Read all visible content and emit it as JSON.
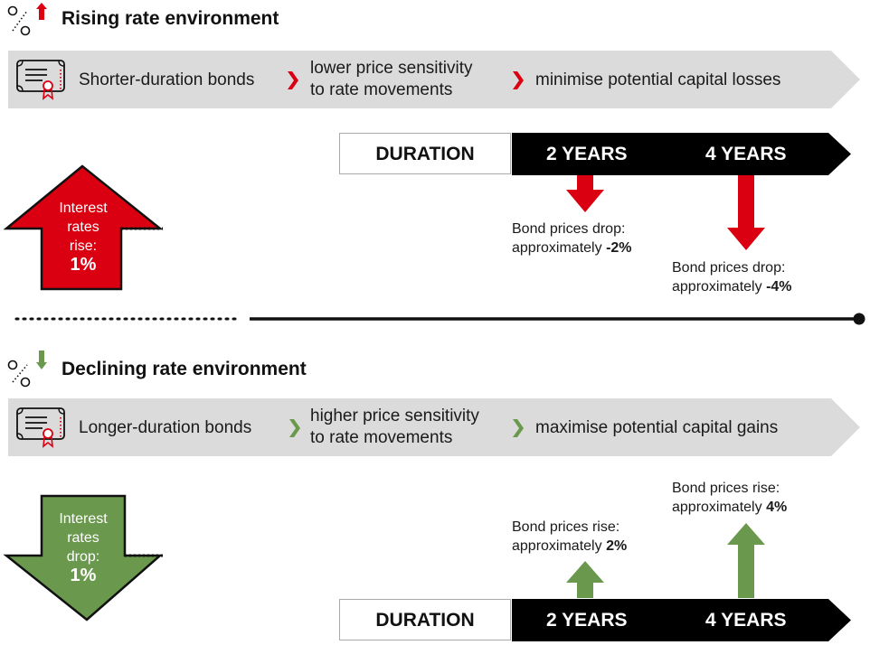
{
  "rising": {
    "title": "Rising rate environment",
    "icon": "percent-up-icon",
    "banner": {
      "item1": "Shorter-duration bonds",
      "item2_line1": "lower price sensitivity",
      "item2_line2": "to rate movements",
      "item3": "minimise potential capital losses",
      "chevron_color": "#db0011"
    },
    "arrow": {
      "line1": "Interest",
      "line2": "rates",
      "line3": "rise:",
      "value": "1%",
      "color": "#db0011"
    },
    "duration": {
      "label": "DURATION",
      "year1": "2 YEARS",
      "year2": "4 YEARS"
    },
    "effect1": {
      "line1": "Bond prices drop:",
      "prefix": "approximately",
      "value": "-2%"
    },
    "effect2": {
      "line1": "Bond prices drop:",
      "prefix": "approximately",
      "value": "-4%"
    }
  },
  "declining": {
    "title": "Declining rate environment",
    "icon": "percent-down-icon",
    "banner": {
      "item1": "Longer-duration bonds",
      "item2_line1": "higher price sensitivity",
      "item2_line2": "to rate movements",
      "item3": "maximise potential capital gains",
      "chevron_color": "#6a994e"
    },
    "arrow": {
      "line1": "Interest",
      "line2": "rates",
      "line3": "drop:",
      "value": "1%",
      "color": "#6a994e"
    },
    "duration": {
      "label": "DURATION",
      "year1": "2 YEARS",
      "year2": "4 YEARS"
    },
    "effect1": {
      "line1": "Bond prices rise:",
      "prefix": "approximately",
      "value": "2%"
    },
    "effect2": {
      "line1": "Bond prices rise:",
      "prefix": "approximately",
      "value": "4%"
    }
  },
  "icons": {
    "bond": "bond-certificate-icon"
  }
}
